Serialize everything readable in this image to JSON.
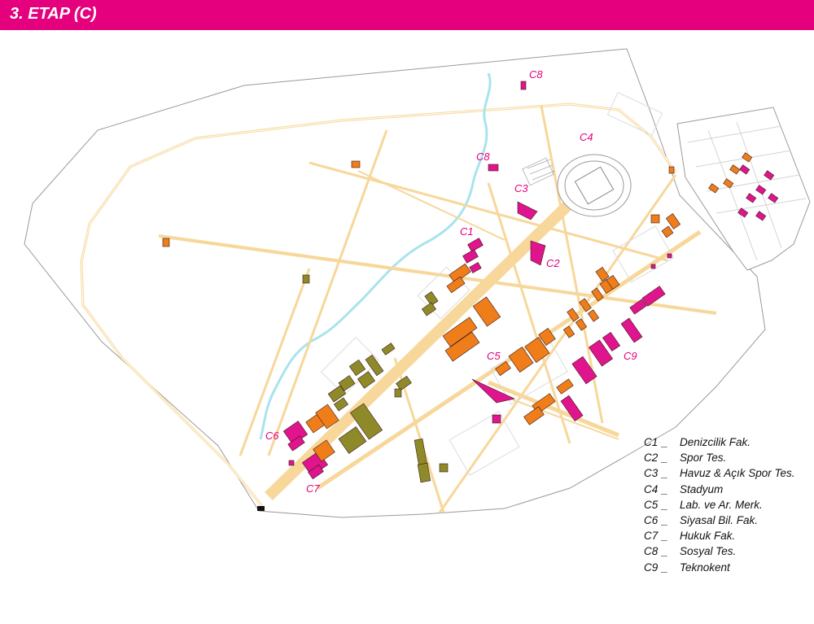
{
  "header": {
    "title": "3. ETAP (C)"
  },
  "colors": {
    "accent": "#e5007d",
    "magenta_building": "#e0148c",
    "orange_building": "#ee7d1a",
    "olive_building": "#8e8a2a",
    "road": "#f7d79a",
    "stream": "#a9e3ee"
  },
  "map": {
    "zone_labels": [
      {
        "code": "C1"
      },
      {
        "code": "C2"
      },
      {
        "code": "C3"
      },
      {
        "code": "C4"
      },
      {
        "code": "C5"
      },
      {
        "code": "C6"
      },
      {
        "code": "C7"
      },
      {
        "code": "C8"
      },
      {
        "code": "C8"
      },
      {
        "code": "C9"
      }
    ]
  },
  "legend": {
    "items": [
      {
        "code": "C1",
        "sep": "_",
        "label": "Denizcilik Fak."
      },
      {
        "code": "C2",
        "sep": "_",
        "label": "Spor Tes."
      },
      {
        "code": "C3",
        "sep": "_",
        "label": "Havuz & Açık Spor Tes."
      },
      {
        "code": "C4",
        "sep": "_",
        "label": "Stadyum"
      },
      {
        "code": "C5",
        "sep": "_",
        "label": "Lab. ve Ar. Merk."
      },
      {
        "code": "C6",
        "sep": "_",
        "label": "Siyasal Bil. Fak."
      },
      {
        "code": "C7",
        "sep": "_",
        "label": "Hukuk Fak."
      },
      {
        "code": "C8",
        "sep": "_",
        "label": "Sosyal Tes."
      },
      {
        "code": "C9",
        "sep": "_",
        "label": "Teknokent"
      }
    ]
  }
}
